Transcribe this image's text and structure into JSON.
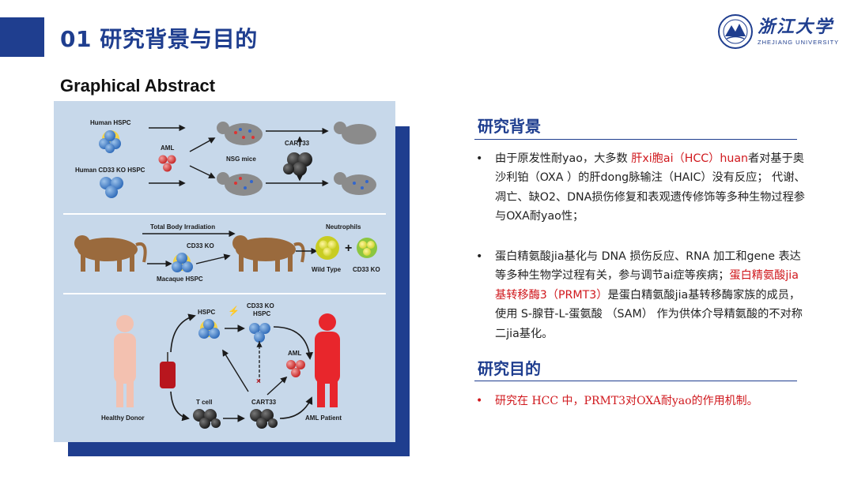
{
  "slide": {
    "title": "01 研究背景与目的",
    "subtitle": "Graphical Abstract"
  },
  "logo": {
    "name_cn": "浙江大学",
    "name_en": "ZHEJIANG UNIVERSITY"
  },
  "figure": {
    "labels": {
      "human_hspc": "Human HSPC",
      "aml": "AML",
      "nsg_mice": "NSG mice",
      "cart33_top": "CART33",
      "human_cd33_ko_hspc": "Human CD33 KO HSPC",
      "total_body_irradiation": "Total Body Irradiation",
      "cd33_ko_macaque": "CD33 KO",
      "macaque_hspc": "Macaque HSPC",
      "neutrophils": "Neutrophils",
      "wild_type": "Wild Type",
      "cd33_ko_neutrophil": "CD33 KO",
      "hspc": "HSPC",
      "cd33_ko_hspc_line1": "CD33 KO",
      "cd33_ko_hspc_line2": "HSPC",
      "aml_bottom": "AML",
      "healthy_donor": "Healthy Donor",
      "t_cell": "T cell",
      "cart33_bottom": "CART33",
      "aml_patient": "AML Patient"
    }
  },
  "background": {
    "heading": "研究背景",
    "bullet1": {
      "p1": "由于原发性耐yao，大多数 ",
      "red1": "肝xi胞ai（HCC）huan",
      "p2": "者对基于奥沙利铂（OXA ）的肝dong脉输注（HAIC）没有反应；  代谢、凋亡、缺O2、DNA损伤修复和表观遗传修饰等多种生物过程参与OXA耐yao性；"
    },
    "bullet2": {
      "p1": "蛋白精氨酸jia基化与 DNA 损伤反应、RNA 加工和gene 表达等多种生物学过程有关，参与调节ai症等疾病；",
      "red1": "蛋白精氨酸jia基转移酶3（PRMT3）",
      "p2": "是蛋白精氨酸jia基转移酶家族的成员，使用 S-腺苷-L-蛋氨酸 （SAM） 作为供体介导精氨酸的不对称二jia基化。"
    }
  },
  "purpose": {
    "heading": "研究目的",
    "bullet": "研究在 HCC 中，PRMT3对OXA耐yao的作用机制。"
  },
  "bullet_symbol": "•",
  "colors": {
    "primary": "#1f3e8f",
    "highlight": "#d0181d",
    "figure_bg": "#c7d8ea"
  }
}
